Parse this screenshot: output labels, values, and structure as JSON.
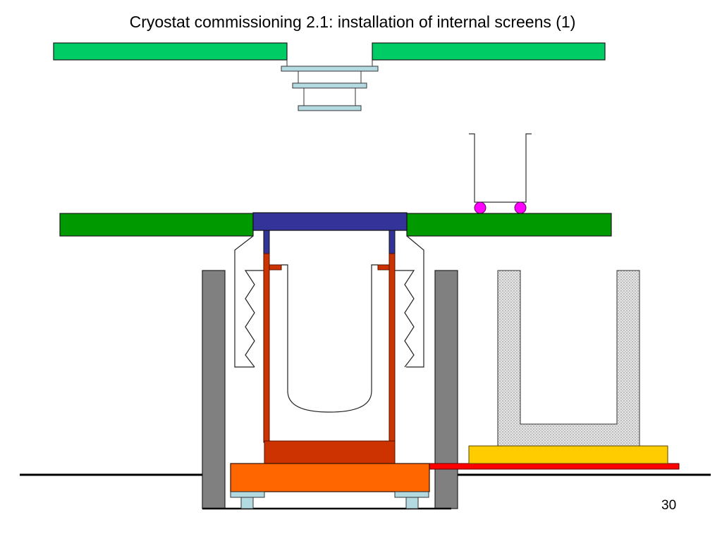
{
  "slide": {
    "title": "Cryostat commissioning 2.1: installation of internal screens (1)",
    "page_number": "30"
  },
  "colors": {
    "top_plate_green": "#00cc66",
    "deck_green": "#009900",
    "flange_light_blue": "#b3dae0",
    "cover_plate_blue": "#333399",
    "vessel_rust": "#cc3300",
    "base_orange": "#ff6600",
    "yoke_grey": "#808080",
    "screen_hatched_grey": "#c8c8c8",
    "table_yellow": "#ffcc00",
    "rail_red": "#ff0000",
    "wheel_magenta": "#ff00ff"
  },
  "components": [
    "upper-green-plate-left",
    "upper-green-plate-right",
    "stacked-flanges",
    "trolley-with-wheels",
    "deck-plate-left",
    "deck-plate-right",
    "blue-cover-plate",
    "bellows-left",
    "bellows-right",
    "inner-vessel",
    "cryostat-walls",
    "support-yoke-left",
    "support-yoke-right",
    "orange-base-platform",
    "internal-screen-u",
    "yellow-table",
    "red-rail",
    "floor-line"
  ]
}
